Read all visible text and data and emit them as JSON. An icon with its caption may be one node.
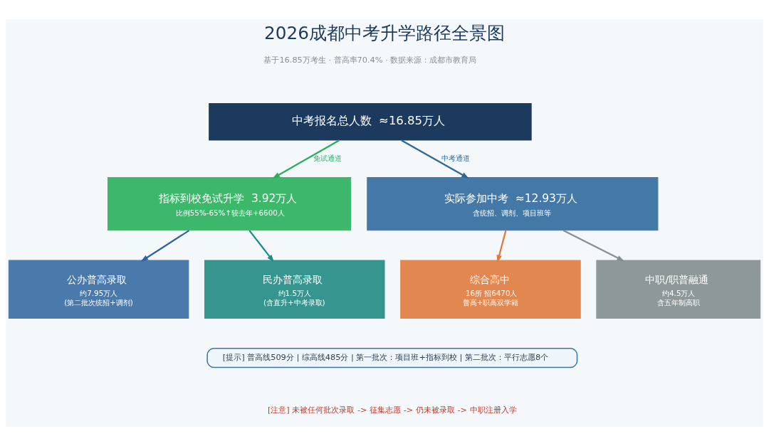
{
  "diagram": {
    "title": "2026成都中考升学路径全景图",
    "nodes": [
      {
        "text": [
          "中考报名总人数  ≈16.85万人"
        ]
      },
      {
        "text": [
          "指标到校免试升学  3.92万人",
          "比例55%-65%↑较去年+6600人"
        ]
      },
      {
        "text": [
          "实际参加中考  ≈12.93万人",
          "含统招、调剂、项目班等"
        ]
      },
      {
        "text": [
          "公办普高录取",
          "约7.95万人",
          "(第二批次统招+调剂)"
        ]
      },
      {
        "text": [
          "民办普高录取",
          "约1.5万人",
          "(含直升+中考录取)"
        ]
      },
      {
        "text": [
          "综合高中",
          "16所 招6470人",
          "普高+职高双学籍"
        ]
      },
      {
        "text": [
          "中职/职普融通",
          "约4.5万人",
          "含五年制高职"
        ]
      },
      {
        "text": [
          "[提示] 普高线509分 | 综高线485分 | 第一批次：项目班+指标到校 | 第二批次：平行志愿8个"
        ]
      }
    ],
    "edges": [
      {
        "from": 0,
        "to": 1,
        "arrow": "to",
        "label": "免试通道",
        "color": "#2aae5e"
      },
      {
        "from": 0,
        "to": 2,
        "arrow": "to",
        "label": "中考通道",
        "color": "#2c6797"
      },
      {
        "from": 1,
        "to": 3,
        "arrow": "to",
        "color": "#2f63a0"
      },
      {
        "from": 1,
        "to": 4,
        "arrow": "to",
        "color": "#1f8d85"
      },
      {
        "from": 2,
        "to": 5,
        "arrow": "to",
        "color": "#e07a3c"
      },
      {
        "from": 2,
        "to": 6,
        "arrow": "to",
        "color": "#868f93"
      }
    ],
    "labels": [
      "基于16.85万考生 · 普高率70.4% · 数据来源：成都市教育局",
      "[注意] 未被任何批次录取 -> 征集志愿 -> 仍未被录取 -> 中职注册入学"
    ]
  }
}
